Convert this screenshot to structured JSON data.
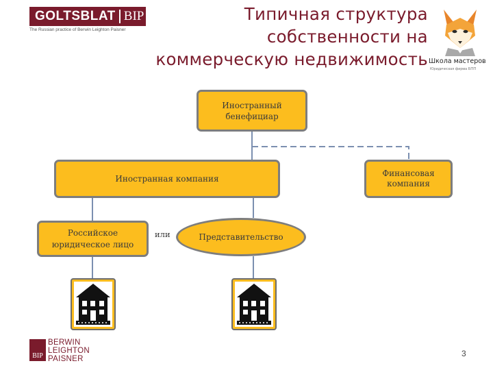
{
  "header": {
    "logo_main": "GOLTSBLAT",
    "logo_bip": "BIP",
    "logo_tagline": "The Russian practice of Berwin Leighton Paisner",
    "title": "Типичная структура\nсобственности на\nкоммерческую недвижимость"
  },
  "school": {
    "name": "Школа мастеров",
    "subtitle": "Юридическая фирма БПП"
  },
  "diagram": {
    "beneficiary": "Иностранный бенефициар",
    "foreign_company": "Иностранная компания",
    "financial_company": "Финансовая компания",
    "russian_entity": "Российское юридическое лицо",
    "or_label": "или",
    "representative_office": "Представительство"
  },
  "footer": {
    "logo_mark": "BIP",
    "logo_name": "BERWIN\nLEIGHTON\nPAISNER",
    "page_number": "3"
  },
  "colors": {
    "brand": "#7a1b2c",
    "box_fill": "#fcbd1e",
    "box_border": "#7d7d7d",
    "connector": "#7b8fb0"
  },
  "icons": [
    "fox-icon",
    "house-icon"
  ]
}
